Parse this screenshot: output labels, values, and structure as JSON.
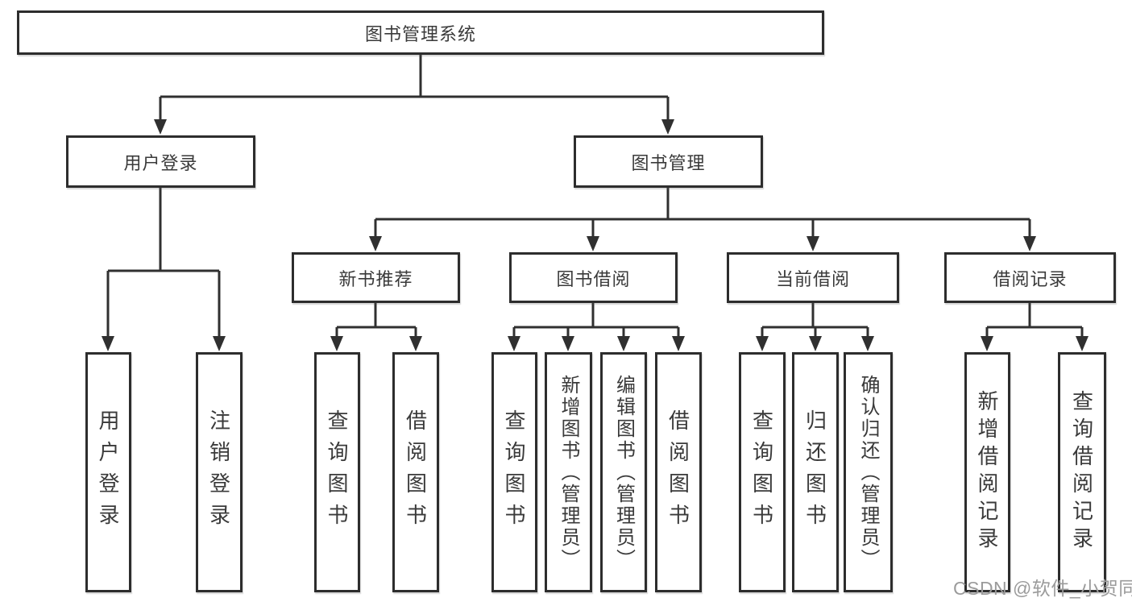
{
  "colors": {
    "line": "#303030",
    "box_border": "#2d2d2d",
    "text": "#3a3a3a",
    "watermark": "#9b9b9b",
    "background": "#ffffff"
  },
  "watermark": {
    "text": "CSDN @软件_小贺同学"
  },
  "diagram": {
    "type": "tree",
    "root": {
      "label": "图书管理系统"
    },
    "branches": [
      {
        "label": "用户登录",
        "children": [
          {
            "label": "用户登录"
          },
          {
            "label": "注销登录"
          }
        ]
      },
      {
        "label": "图书管理",
        "children": [
          {
            "label": "新书推荐",
            "children": [
              {
                "label": "查询图书"
              },
              {
                "label": "借阅图书"
              }
            ]
          },
          {
            "label": "图书借阅",
            "children": [
              {
                "label": "查询图书"
              },
              {
                "label": "新增图书（管理员）"
              },
              {
                "label": "编辑图书（管理员）"
              },
              {
                "label": "借阅图书"
              }
            ]
          },
          {
            "label": "当前借阅",
            "children": [
              {
                "label": "查询图书"
              },
              {
                "label": "归还图书"
              },
              {
                "label": "确认归还（管理员）"
              }
            ]
          },
          {
            "label": "借阅记录",
            "children": [
              {
                "label": "新增借阅记录"
              },
              {
                "label": "查询借阅记录"
              }
            ]
          }
        ]
      }
    ]
  }
}
